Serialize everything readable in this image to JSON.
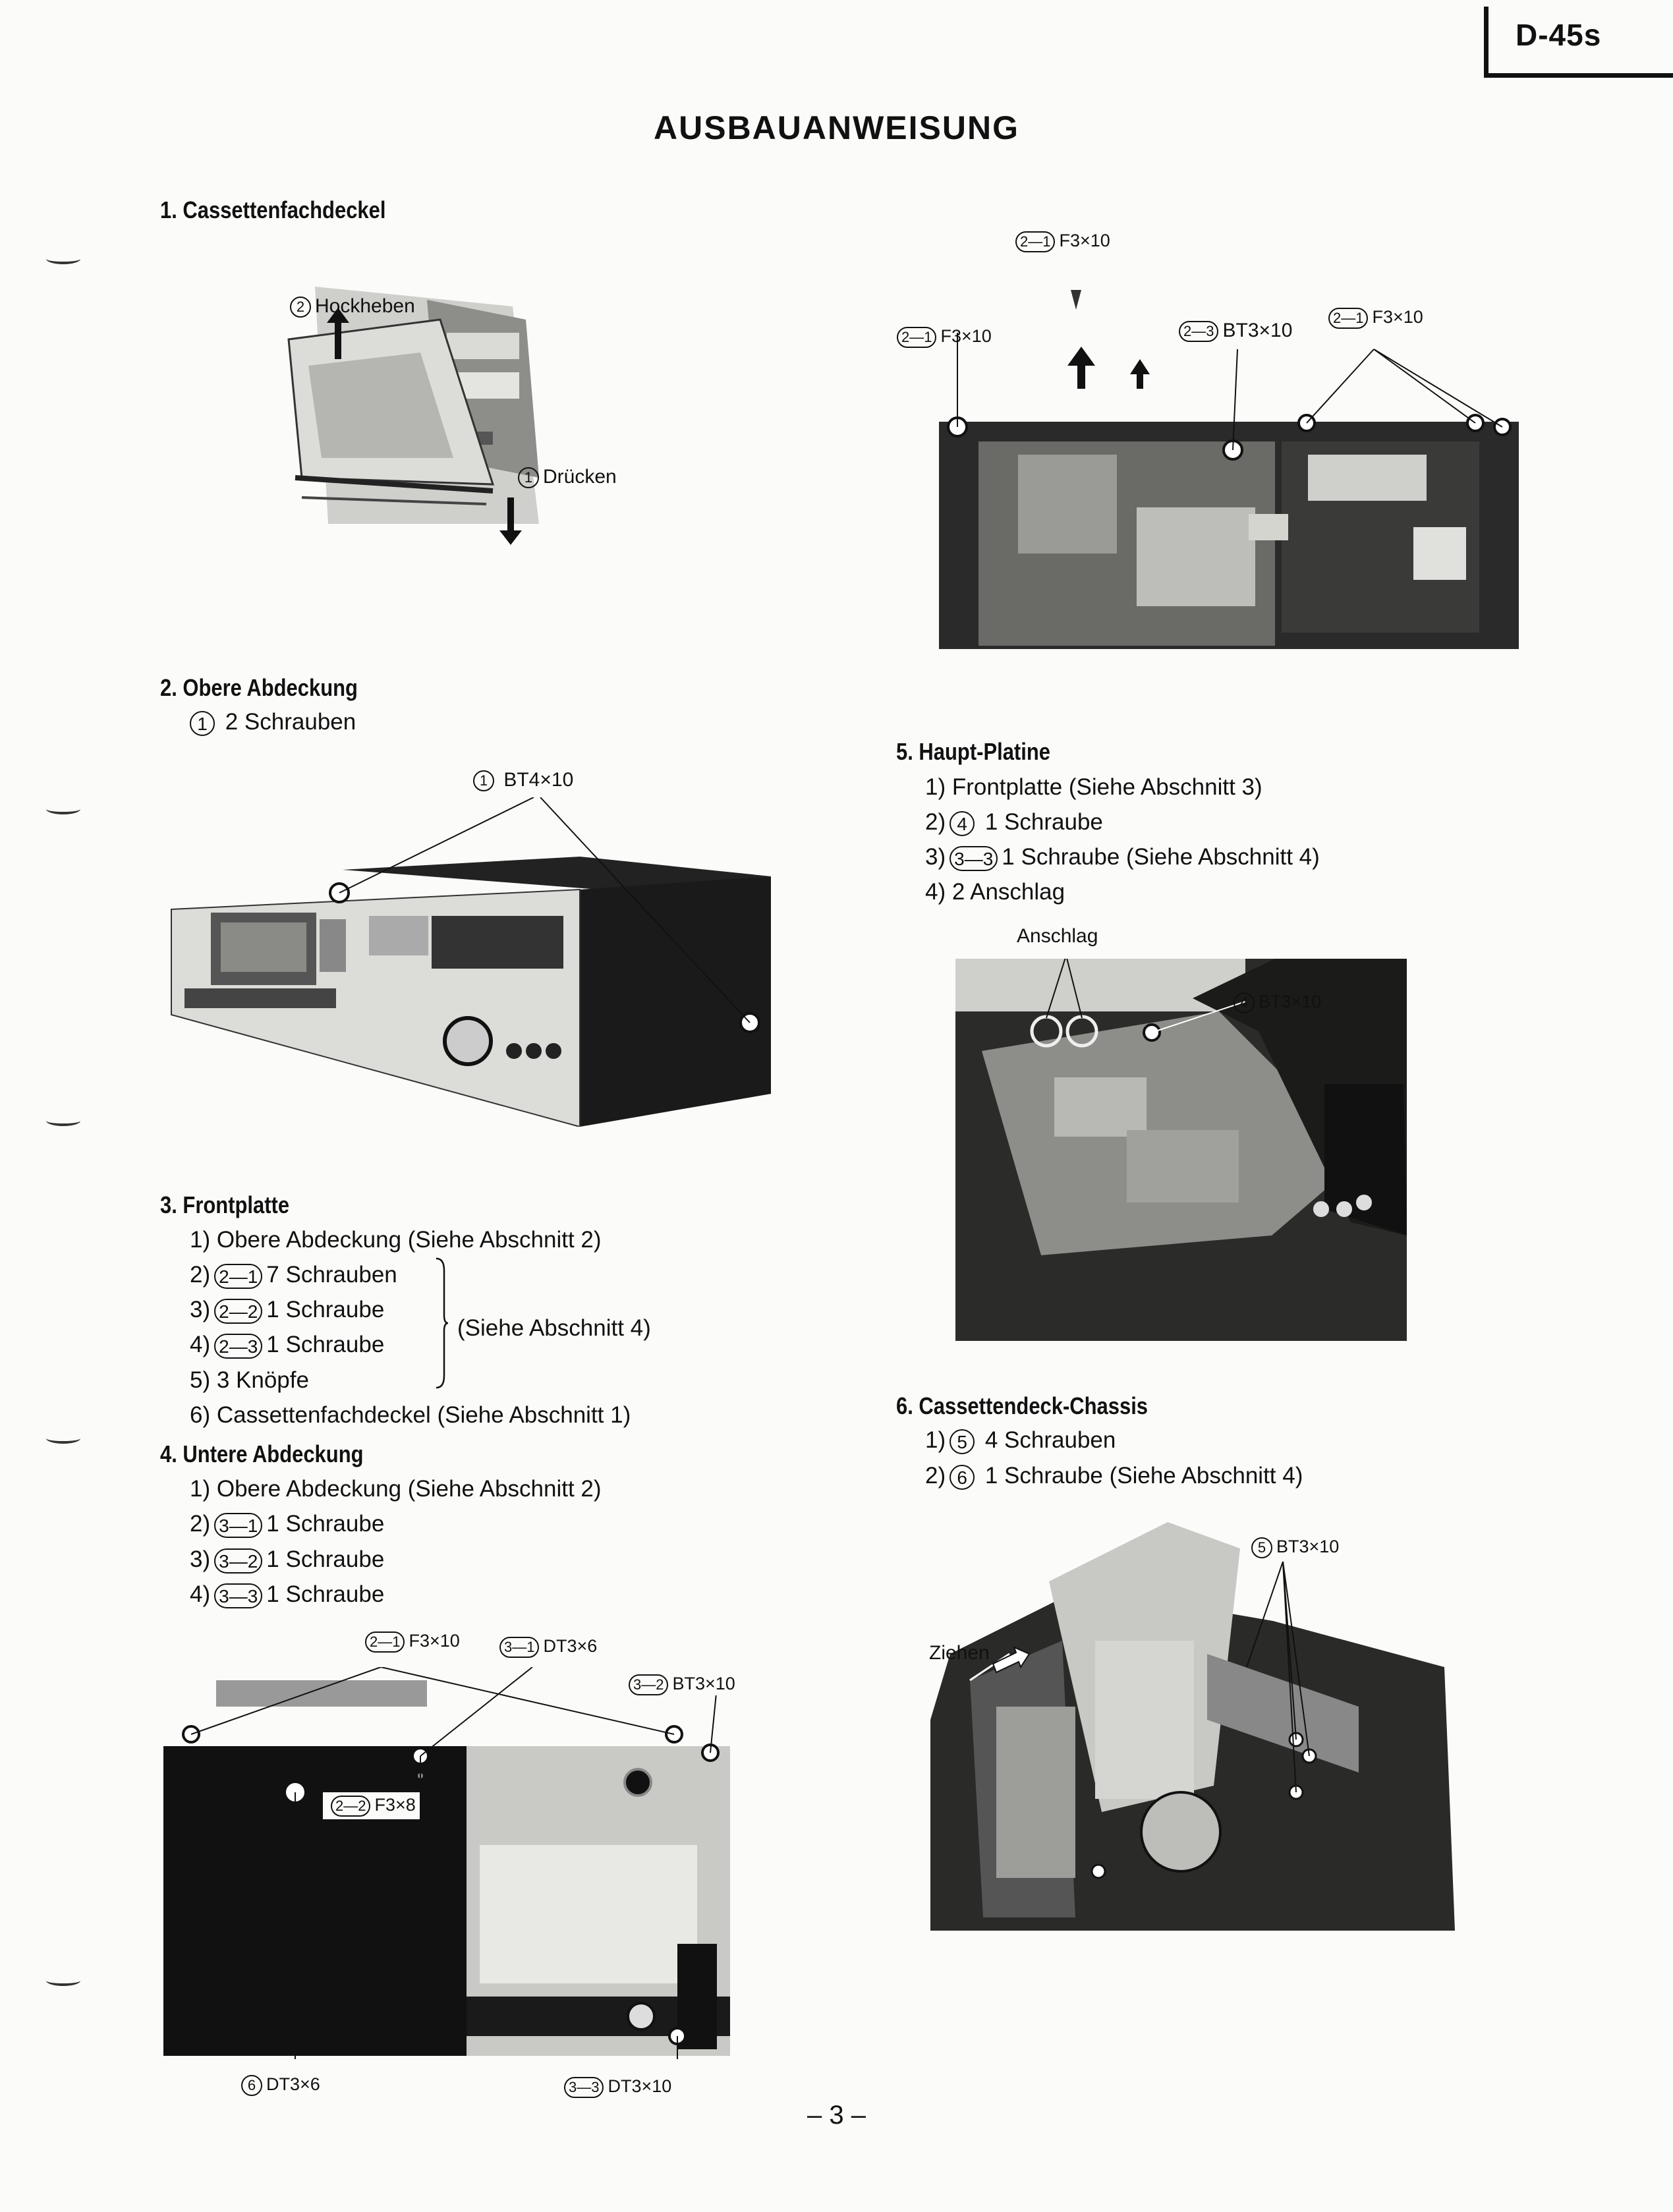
{
  "header": {
    "model": "D-45s"
  },
  "title": "AUSBAUANWEISUNG",
  "sections": {
    "s1": {
      "heading": "1. Cassettenfachdeckel",
      "callouts": {
        "c1_num": "2",
        "c1_text": "Hockheben",
        "c2_num": "1",
        "c2_text": "Drücken"
      }
    },
    "s2": {
      "heading": "2. Obere Abdeckung",
      "line1_num": "1",
      "line1_text": "2 Schrauben",
      "callout_num": "1",
      "callout_text": "BT4×10"
    },
    "s3": {
      "heading": "3. Frontplatte",
      "l1": "1) Obere Abdeckung (Siehe Abschnitt 2)",
      "l2_pre": "2)",
      "l2_num": "2—1",
      "l2_text": "7 Schrauben",
      "l3_pre": "3)",
      "l3_num": "2—2",
      "l3_text": "1 Schraube",
      "l4_pre": "4)",
      "l4_num": "2—3",
      "l4_text": "1 Schraube",
      "l5": "5) 3 Knöpfe",
      "brace_note": "(Siehe Abschnitt 4)",
      "l6": "6) Cassettenfachdeckel (Siehe Abschnitt 1)"
    },
    "s4": {
      "heading": "4. Untere Abdeckung",
      "l1": "1) Obere Abdeckung (Siehe Abschnitt 2)",
      "l2_pre": "2)",
      "l2_num": "3—1",
      "l2_text": "1 Schraube",
      "l3_pre": "3)",
      "l3_num": "3—2",
      "l3_text": "1 Schraube",
      "l4_pre": "4)",
      "l4_num": "3—3",
      "l4_text": "1 Schraube",
      "callouts": {
        "a_num": "2—1",
        "a_text": "F3×10",
        "b_num": "3—1",
        "b_text": "DT3×6",
        "c_num": "3—2",
        "c_text": "BT3×10",
        "d_num": "2—2",
        "d_text": "F3×8",
        "e_num": "6",
        "e_text": "DT3×6",
        "f_num": "3—3",
        "f_text": "DT3×10"
      }
    },
    "top_right": {
      "callouts": {
        "a_num": "2—1",
        "a_text": "F3×10",
        "b_num": "2—1",
        "b_text": "F3×10",
        "c_num": "2—3",
        "c_text": "BT3×10",
        "d_num": "2—1",
        "d_text": "F3×10"
      }
    },
    "s5": {
      "heading": "5. Haupt-Platine",
      "l1": "1) Frontplatte (Siehe Abschnitt 3)",
      "l2_pre": "2)",
      "l2_num": "4",
      "l2_text": "1 Schraube",
      "l3_pre": "3)",
      "l3_num": "3—3",
      "l3_text": "1 Schraube (Siehe Abschnitt 4)",
      "l4": "4) 2 Anschlag",
      "callouts": {
        "anschlag": "Anschlag",
        "num": "4",
        "text": "BT3×10"
      }
    },
    "s6": {
      "heading": "6. Cassettendeck-Chassis",
      "l1_pre": "1)",
      "l1_num": "5",
      "l1_text": "4 Schrauben",
      "l2_pre": "2)",
      "l2_num": "6",
      "l2_text": "1 Schraube (Siehe Abschnitt 4)",
      "callouts": {
        "num": "5",
        "text": "BT3×10",
        "ziehen": "Ziehen"
      }
    }
  },
  "footer": {
    "page": "– 3 –"
  }
}
